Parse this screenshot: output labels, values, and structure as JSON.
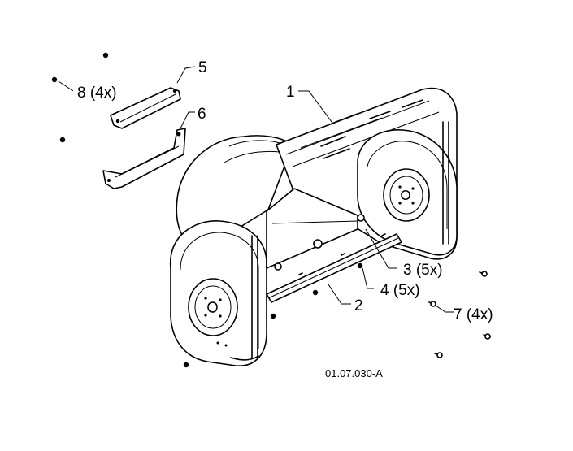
{
  "callouts": {
    "c1": "1",
    "c2": "2",
    "c3": "3 (5x)",
    "c4": "4 (5x)",
    "c5": "5",
    "c6": "6",
    "c7": "7 (4x)",
    "c8": "8 (4x)"
  },
  "reference_code": "01.07.030-A"
}
